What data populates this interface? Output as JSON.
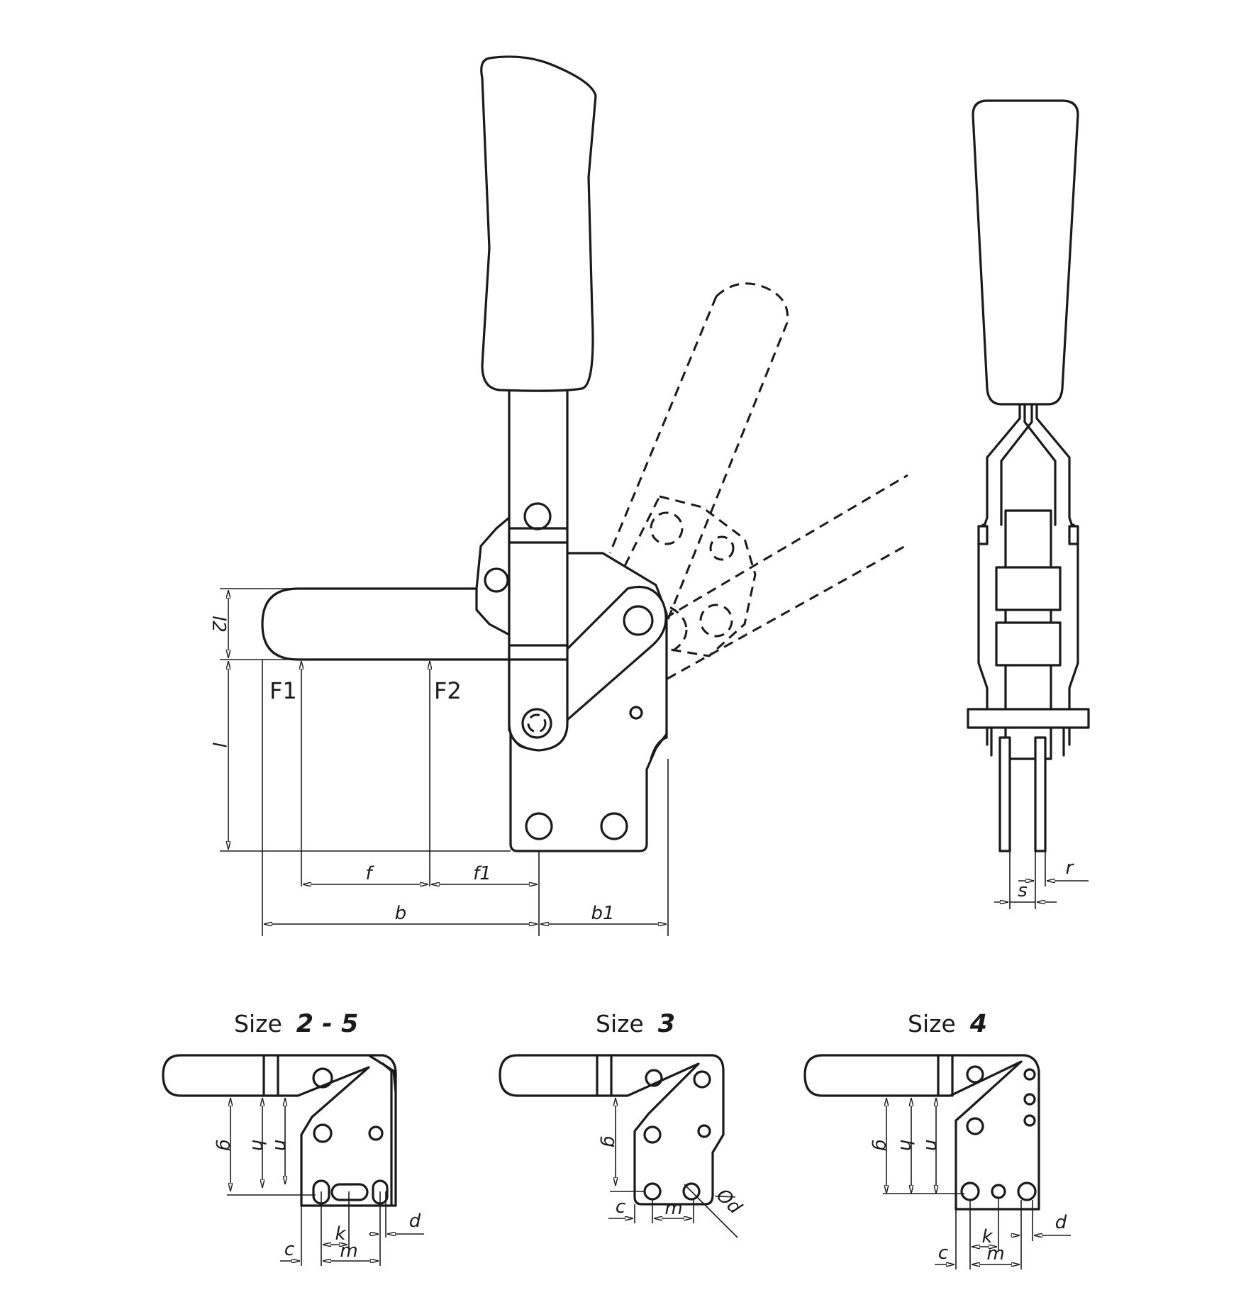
{
  "main_view": {
    "forces": [
      "F1",
      "F2"
    ],
    "dims": {
      "b": "b",
      "b1": "b1",
      "f": "f",
      "f1": "f1",
      "l": "l",
      "l2": "l2"
    }
  },
  "side_view": {
    "dims": {
      "s": "s",
      "r": "r"
    }
  },
  "variants": [
    {
      "label": "Size",
      "number": "2 - 5",
      "dims": {
        "g": "g",
        "h": "h",
        "n": "n",
        "c": "c",
        "k": "k",
        "m": "m",
        "d": "d"
      }
    },
    {
      "label": "Size",
      "number": "3",
      "dims": {
        "g": "g",
        "c": "c",
        "m": "m",
        "d": "Ød"
      }
    },
    {
      "label": "Size",
      "number": "4",
      "dims": {
        "g": "g",
        "h": "h",
        "n": "n",
        "c": "c",
        "k": "k",
        "m": "m",
        "d": "d"
      }
    }
  ],
  "colors": {
    "line": "#1a1a1a",
    "background": "#ffffff"
  }
}
